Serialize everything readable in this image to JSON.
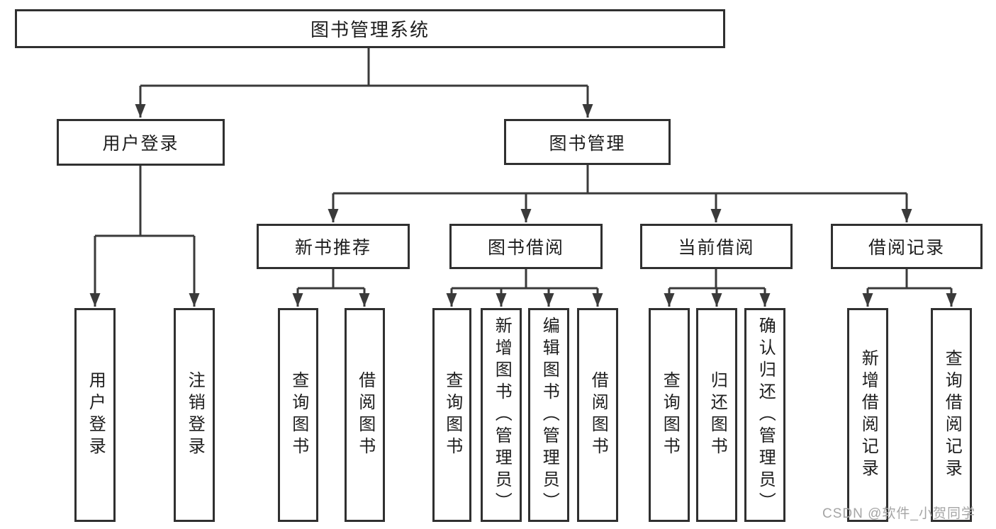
{
  "tree": {
    "root": {
      "label": "图书管理系统"
    },
    "level1": [
      {
        "label": "用户登录",
        "parent": "图书管理系统"
      },
      {
        "label": "图书管理",
        "parent": "图书管理系统"
      }
    ],
    "level2": [
      {
        "label": "新书推荐",
        "parent": "图书管理"
      },
      {
        "label": "图书借阅",
        "parent": "图书管理"
      },
      {
        "label": "当前借阅",
        "parent": "图书管理"
      },
      {
        "label": "借阅记录",
        "parent": "图书管理"
      }
    ],
    "leaves": [
      {
        "label": "用户登录",
        "parent": "用户登录"
      },
      {
        "label": "注销登录",
        "parent": "用户登录"
      },
      {
        "label": "查询图书",
        "parent": "新书推荐"
      },
      {
        "label": "借阅图书",
        "parent": "新书推荐"
      },
      {
        "label": "查询图书",
        "parent": "图书借阅"
      },
      {
        "label": "新增图书（管理员）",
        "parent": "图书借阅"
      },
      {
        "label": "编辑图书（管理员）",
        "parent": "图书借阅"
      },
      {
        "label": "借阅图书",
        "parent": "图书借阅"
      },
      {
        "label": "查询图书",
        "parent": "当前借阅"
      },
      {
        "label": "归还图书",
        "parent": "当前借阅"
      },
      {
        "label": "确认归还（管理员）",
        "parent": "当前借阅"
      },
      {
        "label": "新增借阅记录",
        "parent": "借阅记录"
      },
      {
        "label": "查询借阅记录",
        "parent": "借阅记录"
      }
    ]
  },
  "watermark": {
    "text": "CSDN @软件_小贺同学"
  },
  "colors": {
    "line": "#3a3a3a",
    "node_border": "#303030",
    "text": "#1d1d1d",
    "watermark": "#a5a5a5",
    "background": "#ffffff"
  }
}
